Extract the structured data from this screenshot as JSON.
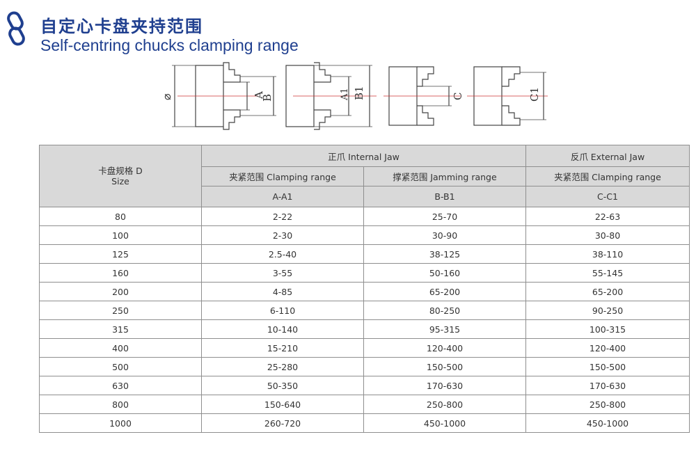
{
  "header": {
    "title_cn": "自定心卡盘夹持范围",
    "title_en": "Self-centring chucks clamping range",
    "logo_icon": "chain-link-logo-icon",
    "brand_color": "#1f3f8f"
  },
  "diagram": {
    "labels": {
      "diameter": "⌀",
      "a": "A",
      "b": "B",
      "a1": "A1",
      "b1": "B1",
      "c": "C",
      "c1": "C1"
    }
  },
  "table": {
    "size_header_cn": "卡盘规格 D",
    "size_header_en": "Size",
    "internal_jaw": "正爪  Internal Jaw",
    "external_jaw": "反爪  External Jaw",
    "internal_clamping": "夹紧范围  Clamping range",
    "internal_jamming": "撑紧范围  Jamming range",
    "external_clamping": "夹紧范围  Clamping range",
    "col_a_a1": "A-A1",
    "col_b_b1": "B-B1",
    "col_c_c1": "C-C1",
    "header_bg": "#d9d9d9",
    "rows": [
      {
        "size": "80",
        "a_a1": "2-22",
        "b_b1": "25-70",
        "c_c1": "22-63"
      },
      {
        "size": "100",
        "a_a1": "2-30",
        "b_b1": "30-90",
        "c_c1": "30-80"
      },
      {
        "size": "125",
        "a_a1": "2.5-40",
        "b_b1": "38-125",
        "c_c1": "38-110"
      },
      {
        "size": "160",
        "a_a1": "3-55",
        "b_b1": "50-160",
        "c_c1": "55-145"
      },
      {
        "size": "200",
        "a_a1": "4-85",
        "b_b1": "65-200",
        "c_c1": "65-200"
      },
      {
        "size": "250",
        "a_a1": "6-110",
        "b_b1": "80-250",
        "c_c1": "90-250"
      },
      {
        "size": "315",
        "a_a1": "10-140",
        "b_b1": "95-315",
        "c_c1": "100-315"
      },
      {
        "size": "400",
        "a_a1": "15-210",
        "b_b1": "120-400",
        "c_c1": "120-400"
      },
      {
        "size": "500",
        "a_a1": "25-280",
        "b_b1": "150-500",
        "c_c1": "150-500"
      },
      {
        "size": "630",
        "a_a1": "50-350",
        "b_b1": "170-630",
        "c_c1": "170-630"
      },
      {
        "size": "800",
        "a_a1": "150-640",
        "b_b1": "250-800",
        "c_c1": "250-800"
      },
      {
        "size": "1000",
        "a_a1": "260-720",
        "b_b1": "450-1000",
        "c_c1": "450-1000"
      }
    ]
  }
}
